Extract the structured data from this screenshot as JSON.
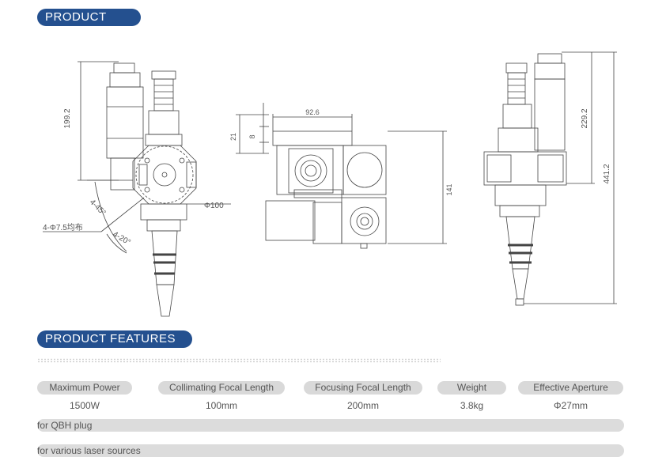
{
  "sections": {
    "size_title": "PRODUCT SIZE",
    "features_title": "PRODUCT FEATURES"
  },
  "drawing": {
    "left": {
      "dim_height": "199.2",
      "angle_label": "4-45°",
      "angle_label2": "4-20°",
      "holes_label": "4-Φ7.5均布",
      "diameter_label": "Φ100"
    },
    "middle": {
      "dim_width": "92.6",
      "dim_21": "21",
      "dim_8": "8",
      "dim_141": "141"
    },
    "right": {
      "dim_229": "229.2",
      "dim_441": "441.2"
    }
  },
  "specs": [
    {
      "label": "Maximum Power",
      "value": "1500W"
    },
    {
      "label": "Collimating Focal Length",
      "value": "100mm"
    },
    {
      "label": "Focusing Focal Length",
      "value": "200mm"
    },
    {
      "label": "Weight",
      "value": "3.8kg"
    },
    {
      "label": "Effective Aperture",
      "value": "Φ27mm"
    }
  ],
  "features": [
    "for QBH plug",
    "for various laser sources"
  ]
}
